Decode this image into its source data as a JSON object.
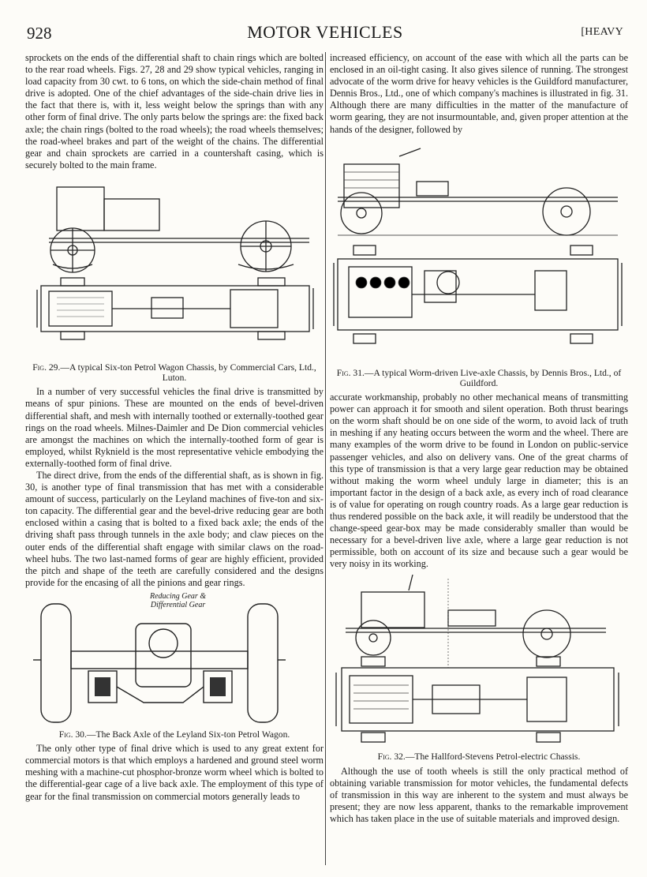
{
  "header": {
    "page_number": "928",
    "running_title": "MOTOR VEHICLES",
    "section_tag": "[HEAVY"
  },
  "left": {
    "p1": "sprockets on the ends of the differential shaft to chain rings which are bolted to the rear road wheels. Figs. 27, 28 and 29 show typical vehicles, ranging in load capacity from 30 cwt. to 6 tons, on which the side-chain method of final drive is adopted. One of the chief advantages of the side-chain drive lies in the fact that there is, with it, less weight below the springs than with any other form of final drive. The only parts below the springs are: the fixed back axle; the chain rings (bolted to the road wheels); the road wheels themselves; the road-wheel brakes and part of the weight of the chains. The differential gear and chain sprockets are carried in a countershaft casing, which is securely bolted to the main frame.",
    "fig29_caption_label": "Fig. 29.",
    "fig29_caption": "—A typical Six-ton Petrol Wagon Chassis, by Commercial Cars, Ltd., Luton.",
    "p2": "In a number of very successful vehicles the final drive is transmitted by means of spur pinions. These are mounted on the ends of bevel-driven differential shaft, and mesh with internally toothed or externally-toothed gear rings on the road wheels. Milnes-Daimler and De Dion commercial vehicles are amongst the machines on which the internally-toothed form of gear is employed, whilst Ryknield is the most representative vehicle embodying the externally-toothed form of final drive.",
    "p3": "The direct drive, from the ends of the differential shaft, as is shown in fig. 30, is another type of final transmission that has met with a considerable amount of success, particularly on the Leyland machines of five-ton and six-ton capacity. The differential gear and the bevel-drive reducing gear are both enclosed within a casing that is bolted to a fixed back axle; the ends of the driving shaft pass through tunnels in the axle body; and claw pieces on the outer ends of the differential shaft engage with similar claws on the road-wheel hubs. The two last-named forms of gear are highly efficient, provided the pitch and shape of the teeth are carefully considered and the designs provide for the encasing of all the pinions and gear rings.",
    "fig30_label_line1": "Reducing Gear &",
    "fig30_label_line2": "Differential Gear",
    "fig30_caption_label": "Fig. 30.",
    "fig30_caption": "—The Back Axle of the Leyland Six-ton Petrol Wagon.",
    "p4": "The only other type of final drive which is used to any great extent for commercial motors is that which employs a hardened and ground steel worm meshing with a machine-cut phosphor-bronze worm wheel which is bolted to the differential-gear cage of a live back axle. The employment of this type of gear for the final transmission on commercial motors generally leads to"
  },
  "right": {
    "p1": "increased efficiency, on account of the ease with which all the parts can be enclosed in an oil-tight casing. It also gives silence of running. The strongest advocate of the worm drive for heavy vehicles is the Guildford manufacturer, Dennis Bros., Ltd., one of which company's machines is illustrated in fig. 31. Although there are many difficulties in the matter of the manufacture of worm gearing, they are not insurmountable, and, given proper attention at the hands of the designer, followed by",
    "fig31_caption_label": "Fig. 31.",
    "fig31_caption": "—A typical Worm-driven Live-axle Chassis, by Dennis Bros., Ltd., of Guildford.",
    "p2": "accurate workmanship, probably no other mechanical means of transmitting power can approach it for smooth and silent operation. Both thrust bearings on the worm shaft should be on one side of the worm, to avoid lack of truth in meshing if any heating occurs between the worm and the wheel. There are many examples of the worm drive to be found in London on public-service passenger vehicles, and also on delivery vans. One of the great charms of this type of transmission is that a very large gear reduction may be obtained without making the worm wheel unduly large in diameter; this is an important factor in the design of a back axle, as every inch of road clearance is of value for operating on rough country roads. As a large gear reduction is thus rendered possible on the back axle, it will readily be understood that the change-speed gear-box may be made considerably smaller than would be necessary for a bevel-driven live axle, where a large gear reduction is not permissible, both on account of its size and because such a gear would be very noisy in its working.",
    "fig32_caption_label": "Fig. 32.",
    "fig32_caption": "—The Hallford-Stevens Petrol-electric Chassis.",
    "p3": "Although the use of tooth wheels is still the only practical method of obtaining variable transmission for motor vehicles, the fundamental defects of transmission in this way are inherent to the system and must always be present; they are now less apparent, thanks to the remarkable improvement which has taken place in the use of suitable materials and improved design."
  }
}
